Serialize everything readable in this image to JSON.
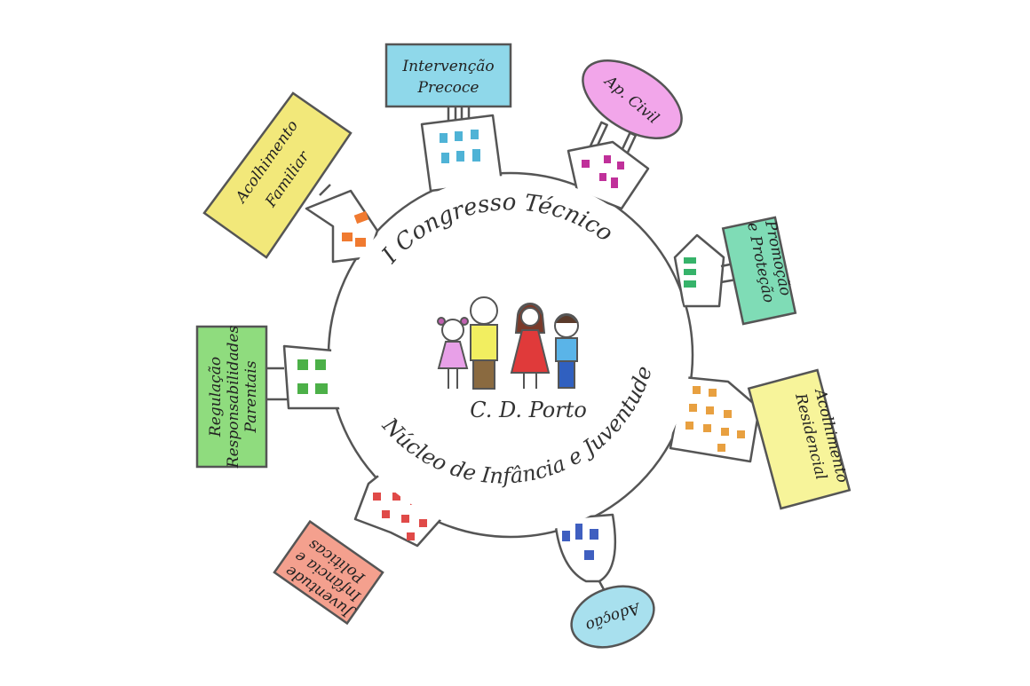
{
  "ring": {
    "top_text": "I Congresso Técnico",
    "bottom_text": "Núcleo de Infância e Juventude",
    "center_label": "C. D. Porto"
  },
  "signs": [
    {
      "id": "intervencao-precoce",
      "lines": [
        "Intervenção",
        "Precoce"
      ],
      "color": "#8fd8ea"
    },
    {
      "id": "apoio-civil",
      "lines": [
        "Ap. Civil"
      ],
      "color": "#f2a6ea"
    },
    {
      "id": "promocao-protecao",
      "lines": [
        "Promoção",
        "e Proteção"
      ],
      "color": "#7fdcb6"
    },
    {
      "id": "acolhimento-residencial",
      "lines": [
        "Acolhimento",
        "Residencial"
      ],
      "color": "#f7f49a"
    },
    {
      "id": "adocao",
      "lines": [
        "Adoção"
      ],
      "color": "#a8e0ee"
    },
    {
      "id": "politicas-infancia",
      "lines": [
        "Políticas",
        "Infância e",
        "Juventude"
      ],
      "color": "#f4a08e"
    },
    {
      "id": "regulacao",
      "lines": [
        "Regulação",
        "Responsabilidades",
        "Parentais"
      ],
      "color": "#8fdc7e"
    },
    {
      "id": "acolhimento-familiar",
      "lines": [
        "Acolhimento",
        "Familiar"
      ],
      "color": "#f2e87a"
    }
  ],
  "colors": {
    "outline": "#555555",
    "windows_blue": "#4fb3d6",
    "windows_magenta": "#c0309a",
    "windows_green": "#36b36a",
    "windows_orange": "#e8a040",
    "windows_navy": "#3f5fc0",
    "windows_red": "#e04a48",
    "windows_green2": "#4cb048",
    "windows_orange2": "#f07a30"
  }
}
